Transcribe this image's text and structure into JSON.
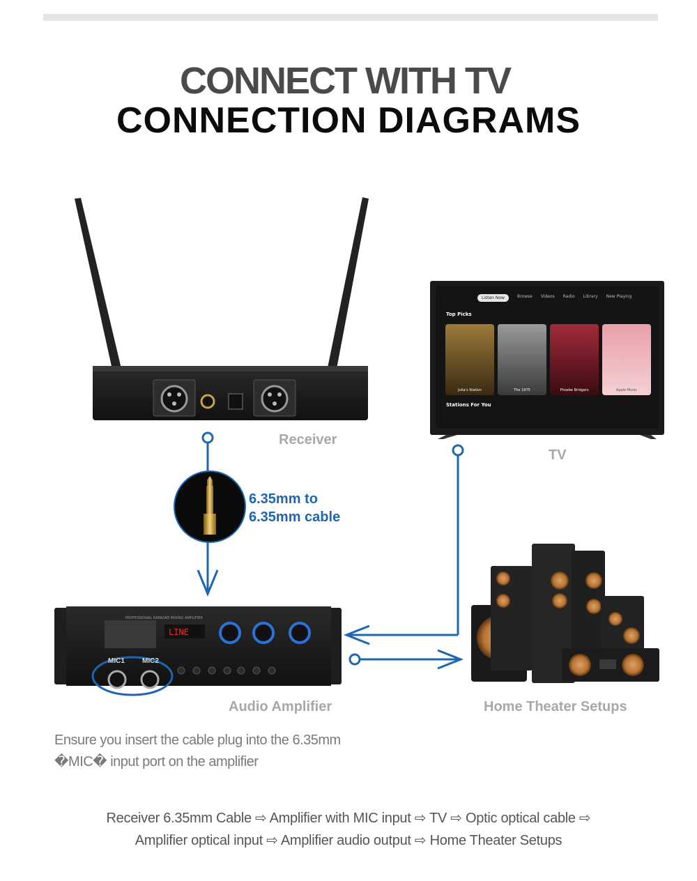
{
  "header": {
    "line1": "CONNECT WITH TV",
    "line2": "CONNECTION DIAGRAMS"
  },
  "labels": {
    "receiver": "Receiver",
    "tv": "TV",
    "amplifier": "Audio Amplifier",
    "home_theater": "Home Theater Setups",
    "cable_line1": "6.35mm to",
    "cable_line2": "6.35mm cable",
    "mic1": "MIC1",
    "mic2": "MIC2",
    "amp_display": "LINE",
    "amp_brand": "PROFESSIONAL KARAOKE MIXING AMPLIFIER"
  },
  "tv_screen": {
    "tabs": [
      "Listen Now",
      "Browse",
      "Videos",
      "Radio",
      "Library",
      "New Playing"
    ],
    "top_picks": "Top Picks",
    "stations": "Stations For You",
    "cards": [
      "Julia's Station",
      "The 1975",
      "Phoebe Bridgers",
      "Apple Music"
    ]
  },
  "note": {
    "line1": "Ensure you insert the cable plug into the 6.35mm",
    "line2": "�MIC� input port on the amplifier"
  },
  "flow": {
    "line1": "Receiver 6.35mm Cable ⇨ Amplifier with MIC input ⇨ TV ⇨ Optic optical cable ⇨",
    "line2": "Amplifier optical input ⇨ Amplifier audio output ⇨  Home Theater Setups"
  },
  "colors": {
    "accent_blue": "#1d66b0",
    "label_gray": "#a8a8a8",
    "device_black": "#1c1c1c"
  }
}
